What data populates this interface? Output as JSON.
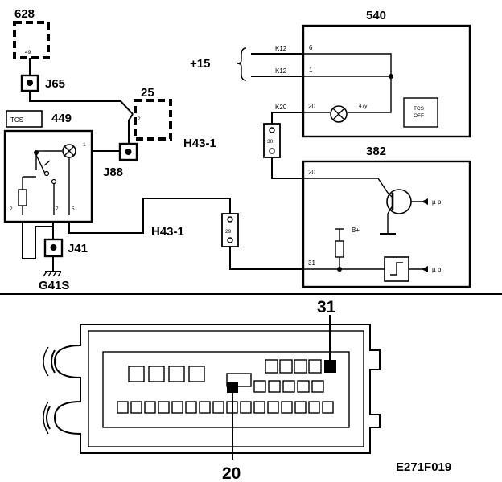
{
  "components": {
    "c628": "628",
    "c628_pin": "49",
    "j65": "J65",
    "c25": "25",
    "c25_pin": "2",
    "c449": "449",
    "tcs_tag": "TCS",
    "c449_pin1": "1",
    "c449_pin2": "2",
    "c449_pin7": "7",
    "c449_pin5": "5",
    "j88": "J88",
    "h43_a": "H43-1",
    "h43_b": "H43-1",
    "j41": "J41",
    "g41s": "G41S",
    "plus15": "+15",
    "c540": "540",
    "k12_a": "K12",
    "k12_b": "K12",
    "k20": "K20",
    "pin6": "6",
    "pin1": "1",
    "pin20_540": "20",
    "lamp_47y": "47y",
    "tcs_off_1": "TCS",
    "tcs_off_2": "OFF",
    "conn30": "30",
    "c382": "382",
    "pin20_382": "20",
    "pin31_382": "31",
    "b_plus": "B+",
    "mu_p_1": "µ p",
    "mu_p_2": "µ p",
    "conn29": "29"
  },
  "connector": {
    "label_31": "31",
    "label_20": "20"
  },
  "figure_code": "E271F019"
}
